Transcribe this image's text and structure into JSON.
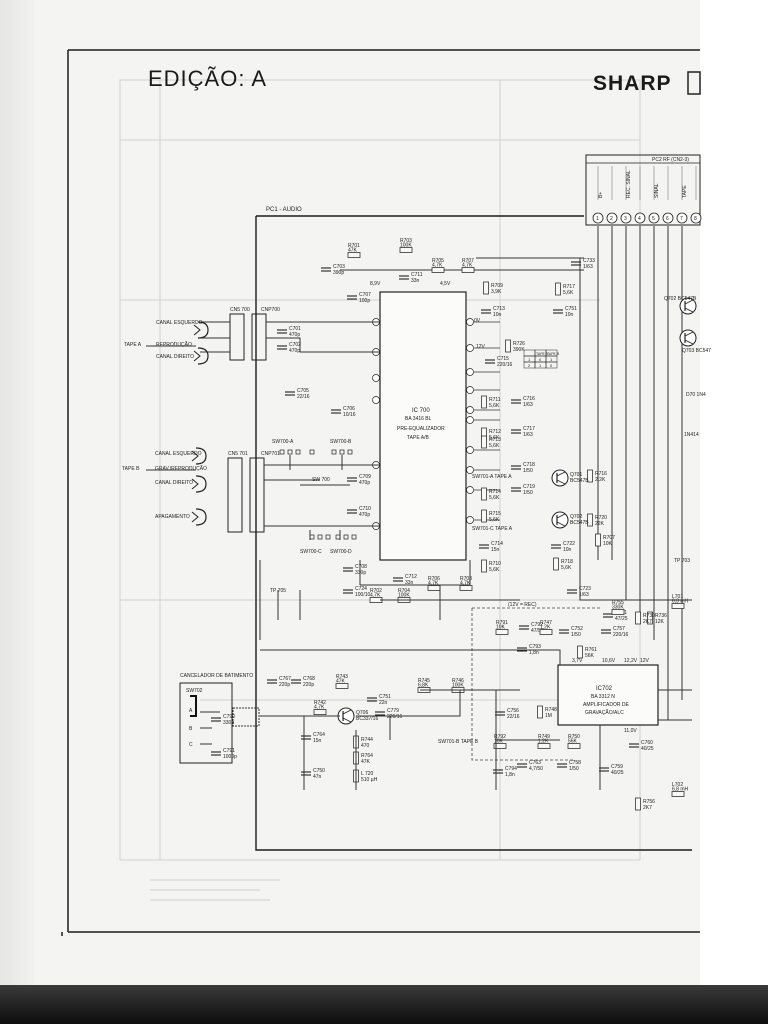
{
  "header": {
    "edition": "EDIÇÃO: A",
    "brand": "SHARP",
    "board_label": "PC1 - AUDIO",
    "pc_label": "PC2 RF (CN2-3)"
  },
  "connector_pins": [
    "1",
    "2",
    "3",
    "4",
    "5",
    "6",
    "7",
    "8"
  ],
  "top_connector_labels": [
    "B+",
    "REC. SINAL",
    "SINAL",
    "TAPE"
  ],
  "ics": [
    {
      "ref": "IC 700",
      "part": "BA 3416 BL",
      "func": "PRE-EQUALIZADOR",
      "sub": "TAPE A/B"
    },
    {
      "ref": "IC702",
      "part": "BA 3312 N",
      "func": "AMPLIFICADOR DE",
      "sub": "GRAVAÇÃO/ALC"
    }
  ],
  "tape_a": {
    "label": "TAPE A",
    "connector_cn": "CN5 700",
    "connector_cnp": "CNP700",
    "channels": [
      "CANAL ESQUERDO",
      "REPRODUÇÃO",
      "CANAL DIREITO"
    ]
  },
  "tape_b": {
    "label": "TAPE B",
    "connector_cn": "CN5 701",
    "connector_cnp": "CNP701",
    "channels": [
      "CANAL ESQUERDO",
      "GRAV./REPRODUÇÃO",
      "CANAL DIREITO",
      "APAGAMENTO"
    ]
  },
  "switches": [
    "SW700-A",
    "SW700-B",
    "SW700-C",
    "SW700-D",
    "SW 700"
  ],
  "canceller": {
    "title": "CANCELADOR DE BATIMENTO",
    "switch": "SW702",
    "positions": [
      "A",
      "B",
      "C"
    ]
  },
  "resistors_top": [
    {
      "ref": "R701",
      "val": "47K"
    },
    {
      "ref": "R703",
      "val": "100K"
    },
    {
      "ref": "R705",
      "val": "4,7K"
    },
    {
      "ref": "R707",
      "val": "4,7K"
    },
    {
      "ref": "R709",
      "val": "3,9K"
    },
    {
      "ref": "R717",
      "val": "5,6K"
    }
  ],
  "capacitors_top": [
    {
      "ref": "C703",
      "val": "390p"
    },
    {
      "ref": "C711",
      "val": "33n"
    },
    {
      "ref": "C733",
      "val": "1/63"
    },
    {
      "ref": "C713",
      "val": "10n"
    },
    {
      "ref": "C751",
      "val": "10n"
    },
    {
      "ref": "C701",
      "val": "470p"
    },
    {
      "ref": "C702",
      "val": "470p"
    },
    {
      "ref": "C707",
      "val": "100p"
    }
  ],
  "mid_parts": [
    {
      "ref": "R726",
      "val": "390K"
    },
    {
      "ref": "C715",
      "val": "220/16"
    },
    {
      "ref": "R711",
      "val": "5,6K"
    },
    {
      "ref": "C716",
      "val": "1/63"
    },
    {
      "ref": "R712",
      "val": "5,6K"
    },
    {
      "ref": "C717",
      "val": "1/63"
    },
    {
      "ref": "R713",
      "val": "5,6K"
    },
    {
      "ref": "C718",
      "val": "1/50"
    },
    {
      "ref": "R714",
      "val": "5,6K"
    },
    {
      "ref": "C719",
      "val": "1/50"
    },
    {
      "ref": "R715",
      "val": "5,6K"
    },
    {
      "ref": "C714",
      "val": "15n"
    },
    {
      "ref": "R710",
      "val": "5,6K"
    },
    {
      "ref": "C722",
      "val": "10n"
    },
    {
      "ref": "R718",
      "val": "5,6K"
    },
    {
      "ref": "R716",
      "val": "2,2K"
    },
    {
      "ref": "R720",
      "val": "22K"
    },
    {
      "ref": "R707",
      "val": "10K"
    },
    {
      "ref": "C705",
      "val": "22/16"
    },
    {
      "ref": "C706",
      "val": "10/16"
    },
    {
      "ref": "C709",
      "val": "470p"
    },
    {
      "ref": "C710",
      "val": "470p"
    },
    {
      "ref": "C708",
      "val": "330p"
    },
    {
      "ref": "C712",
      "val": "33n"
    }
  ],
  "transistors": [
    {
      "ref": "Q701",
      "part": "BC547B"
    },
    {
      "ref": "Q702",
      "part": "BC547B"
    },
    {
      "ref": "Q703",
      "part": "BC547B"
    },
    {
      "ref": "Q704",
      "part": "BC547"
    },
    {
      "ref": "Q706",
      "part": "BC337/16"
    }
  ],
  "bottom_row": [
    {
      "ref": "C724",
      "val": "100/10"
    },
    {
      "ref": "R702",
      "val": "4,7K"
    },
    {
      "ref": "R704",
      "val": "100K"
    },
    {
      "ref": "R706",
      "val": "4,7K"
    },
    {
      "ref": "R708",
      "val": "4,7K"
    },
    {
      "ref": "C723",
      "val": "1/63"
    }
  ],
  "lower_parts": [
    {
      "ref": "C767",
      "val": "220p"
    },
    {
      "ref": "C768",
      "val": "220p"
    },
    {
      "ref": "R743",
      "val": "47K"
    },
    {
      "ref": "C751",
      "val": "22n"
    },
    {
      "ref": "R742",
      "val": "4,7K"
    },
    {
      "ref": "R744",
      "val": "470"
    },
    {
      "ref": "R745",
      "val": "6,8K"
    },
    {
      "ref": "R746",
      "val": "100K"
    },
    {
      "ref": "C779",
      "val": "220/16"
    },
    {
      "ref": "C764",
      "val": "15n"
    },
    {
      "ref": "C750",
      "val": "47n"
    },
    {
      "ref": "R764",
      "val": "47K"
    },
    {
      "ref": "L 720",
      "val": "510 µH"
    },
    {
      "ref": "C790",
      "val": "330p"
    },
    {
      "ref": "C791",
      "val": "1000p"
    }
  ],
  "rec_parts": [
    {
      "ref": "R791",
      "val": "10K"
    },
    {
      "ref": "C792",
      "val": "47/50"
    },
    {
      "ref": "R747",
      "val": "1,2K"
    },
    {
      "ref": "C752",
      "val": "1/50"
    },
    {
      "ref": "C793",
      "val": "1,8n"
    },
    {
      "ref": "R761",
      "val": "56K"
    },
    {
      "ref": "C756",
      "val": "22/16"
    },
    {
      "ref": "R748",
      "val": "1M"
    },
    {
      "ref": "R792",
      "val": "10K"
    },
    {
      "ref": "R749",
      "val": "1,2K"
    },
    {
      "ref": "R750",
      "val": "56K"
    },
    {
      "ref": "C794",
      "val": "1,8n"
    },
    {
      "ref": "C763",
      "val": "4,7/50"
    },
    {
      "ref": "C758",
      "val": "1/50"
    },
    {
      "ref": "C759",
      "val": "40/25"
    },
    {
      "ref": "C760",
      "val": "40/25"
    },
    {
      "ref": "C761",
      "val": "47/25"
    },
    {
      "ref": "R755",
      "val": "330K"
    },
    {
      "ref": "C757",
      "val": "220/16"
    },
    {
      "ref": "R736",
      "val": "12K"
    },
    {
      "ref": "R730",
      "val": "2K7"
    },
    {
      "ref": "R756",
      "val": "2K7"
    },
    {
      "ref": "L701",
      "val": "6,8 mH"
    },
    {
      "ref": "L702",
      "val": "6,8 mH"
    }
  ],
  "voltages": [
    "8,9V",
    "4,5V",
    "0V",
    "12V",
    "11,0V",
    "12,2V",
    "3,7V",
    "10,6V",
    "12V"
  ],
  "rec_note": "(12V = REC)",
  "sw_tape_labels": [
    "SW701-A TAPE A",
    "SW701-B TAPE B",
    "SW701-C TAPE A"
  ],
  "small_table": {
    "head": [
      "",
      "TAPE A",
      "TAPE B"
    ],
    "rows": [
      [
        "1",
        "0",
        "1"
      ],
      [
        "2",
        "1",
        "0"
      ]
    ]
  },
  "right_edge_labels": [
    "Q702 BC547B",
    "Q703 BC547",
    "D70 1N4",
    "1N414",
    "TP 703",
    "TP 705"
  ]
}
